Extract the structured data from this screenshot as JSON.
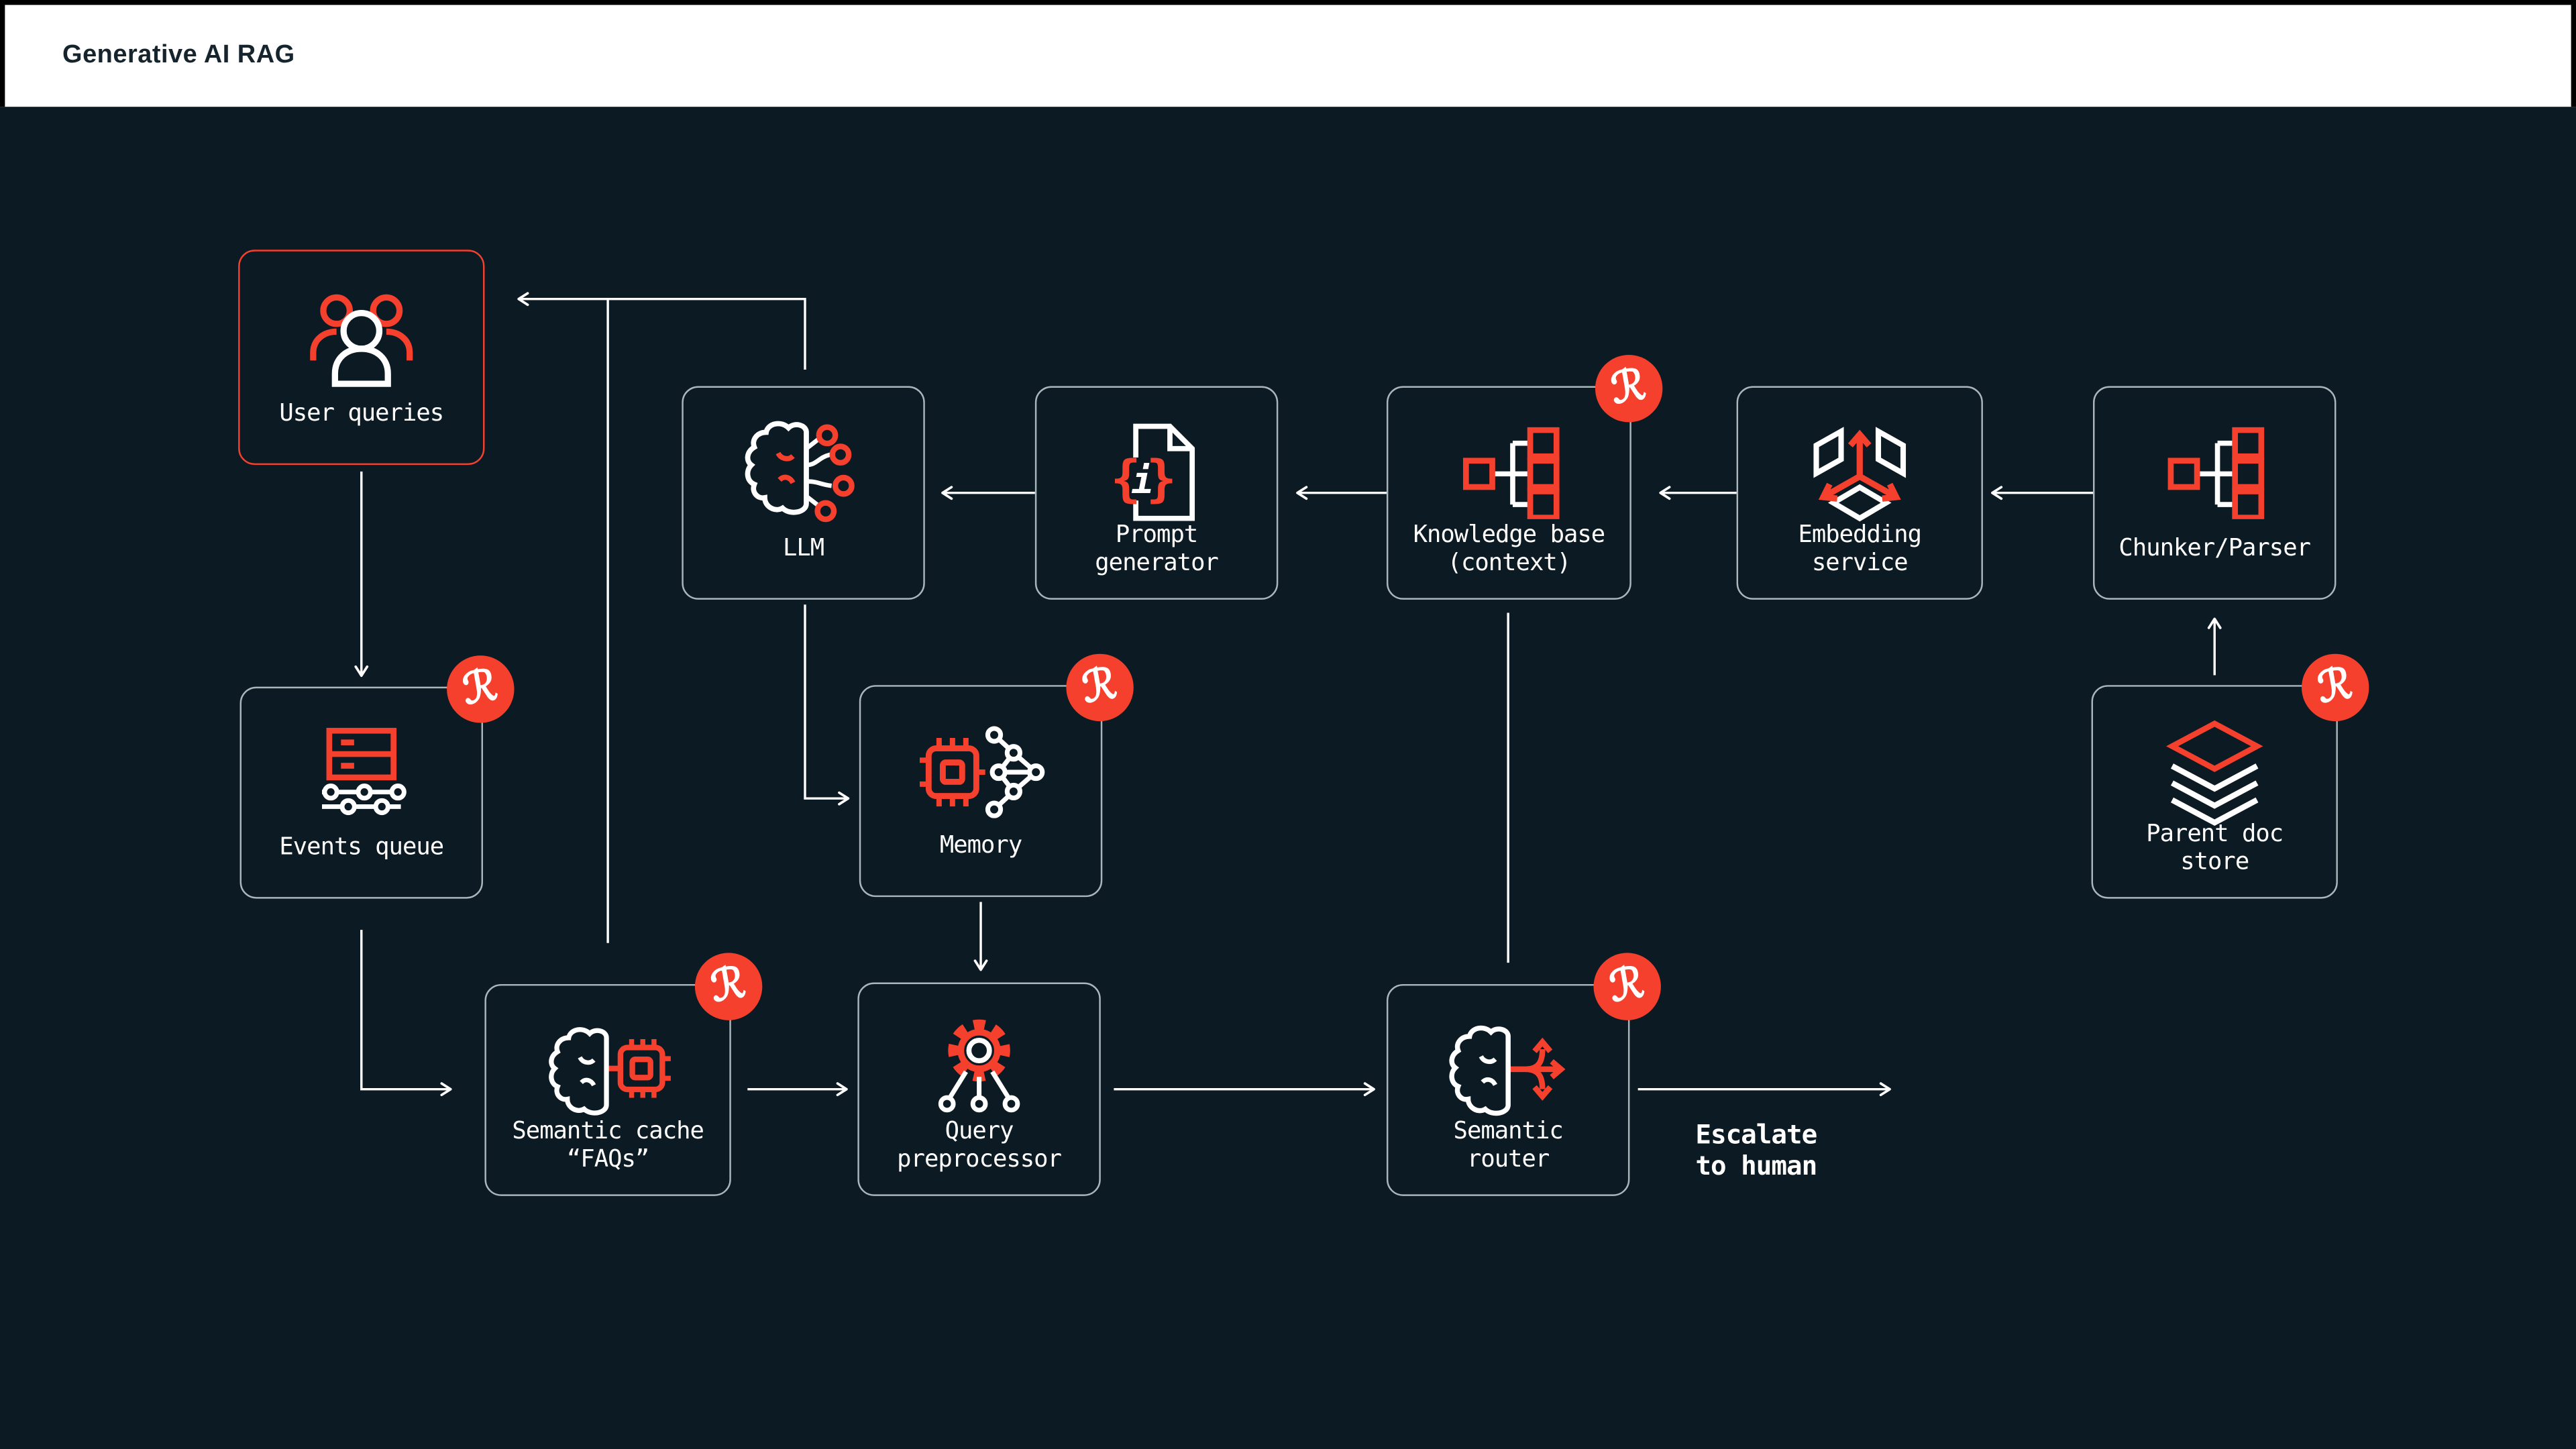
{
  "header": {
    "title": "Generative AI RAG"
  },
  "colors": {
    "background": "#0c1a23",
    "header_background": "#ffffff",
    "header_text": "#15242d",
    "accent_red": "#f4402d",
    "node_border": "#aab6bc",
    "arrow": "#ffffff",
    "label_text": "#ffffff"
  },
  "badge": {
    "name": "redpanda-badge",
    "glyph": "ℛ"
  },
  "nodes": [
    {
      "id": "user-queries",
      "label_lines": [
        "User queries"
      ],
      "icon": "users-icon",
      "badge": false,
      "accent": "red"
    },
    {
      "id": "llm",
      "label_lines": [
        "LLM"
      ],
      "icon": "brain-network-icon",
      "badge": false
    },
    {
      "id": "prompt-generator",
      "label_lines": [
        "Prompt",
        "generator"
      ],
      "icon": "document-braces-icon",
      "badge": false
    },
    {
      "id": "knowledge-base",
      "label_lines": [
        "Knowledge base",
        "(context)"
      ],
      "icon": "hierarchy-icon",
      "badge": true
    },
    {
      "id": "embedding-service",
      "label_lines": [
        "Embedding",
        "service"
      ],
      "icon": "vector-axes-icon",
      "badge": false
    },
    {
      "id": "chunker-parser",
      "label_lines": [
        "Chunker/Parser"
      ],
      "icon": "hierarchy-icon",
      "badge": false
    },
    {
      "id": "events-queue",
      "label_lines": [
        "Events queue"
      ],
      "icon": "queue-icon",
      "badge": true
    },
    {
      "id": "memory",
      "label_lines": [
        "Memory"
      ],
      "icon": "chip-graph-icon",
      "badge": true
    },
    {
      "id": "parent-doc-store",
      "label_lines": [
        "Parent doc",
        "store"
      ],
      "icon": "layers-icon",
      "badge": true
    },
    {
      "id": "semantic-cache",
      "label_lines": [
        "Semantic cache",
        "“FAQs”"
      ],
      "icon": "brain-chip-icon",
      "badge": true
    },
    {
      "id": "query-preprocessor",
      "label_lines": [
        "Query",
        "preprocessor"
      ],
      "icon": "gear-fanout-icon",
      "badge": false
    },
    {
      "id": "semantic-router",
      "label_lines": [
        "Semantic",
        "router"
      ],
      "icon": "brain-branch-icon",
      "badge": true
    }
  ],
  "edges": [
    {
      "from": "user-queries",
      "to": "events-queue"
    },
    {
      "from": "llm",
      "to": "user-queries"
    },
    {
      "from": "semantic-cache",
      "to": "user-queries"
    },
    {
      "from": "llm",
      "to": "memory"
    },
    {
      "from": "memory",
      "to": "query-preprocessor"
    },
    {
      "from": "events-queue",
      "to": "semantic-cache"
    },
    {
      "from": "semantic-cache",
      "to": "query-preprocessor"
    },
    {
      "from": "query-preprocessor",
      "to": "semantic-router"
    },
    {
      "from": "knowledge-base",
      "to": "semantic-router"
    },
    {
      "from": "semantic-router",
      "to": "escalate-to-human"
    },
    {
      "from": "prompt-generator",
      "to": "llm"
    },
    {
      "from": "knowledge-base",
      "to": "prompt-generator"
    },
    {
      "from": "embedding-service",
      "to": "knowledge-base"
    },
    {
      "from": "chunker-parser",
      "to": "embedding-service"
    },
    {
      "from": "parent-doc-store",
      "to": "chunker-parser"
    }
  ],
  "escalate": {
    "id": "escalate-to-human",
    "lines": [
      "Escalate",
      "to human"
    ]
  }
}
